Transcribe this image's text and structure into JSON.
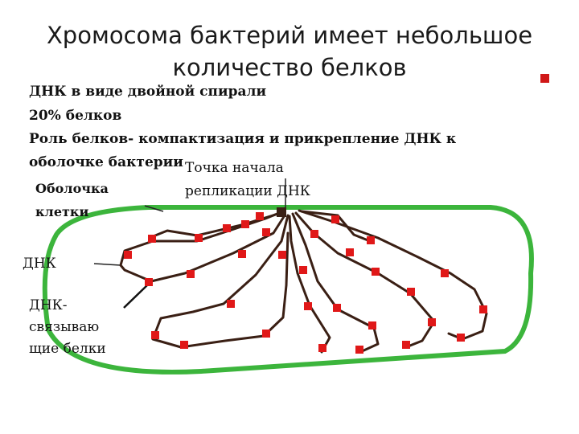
{
  "title": {
    "line1": "Хромосома бактерий имеет небольшое",
    "line2": "количество белков"
  },
  "text_lines": [
    "ДНК в виде двойной спирали",
    "20% белков",
    "Роль белков- компактизация и прикрепление ДНК к",
    "оболочке бактерии"
  ],
  "labels": {
    "origin_line1": "Точка начала",
    "origin_line2": "репликации ДНК",
    "membrane_line1": "Оболочка",
    "membrane_line2": "клетки",
    "dna": "ДНК",
    "binding_line1": "ДНК-",
    "binding_line2": "связываю",
    "binding_line3": "щие белки"
  },
  "colors": {
    "cell_wall": "#3cb53c",
    "dna_strand": "#3a1f14",
    "protein": "#e01818"
  }
}
